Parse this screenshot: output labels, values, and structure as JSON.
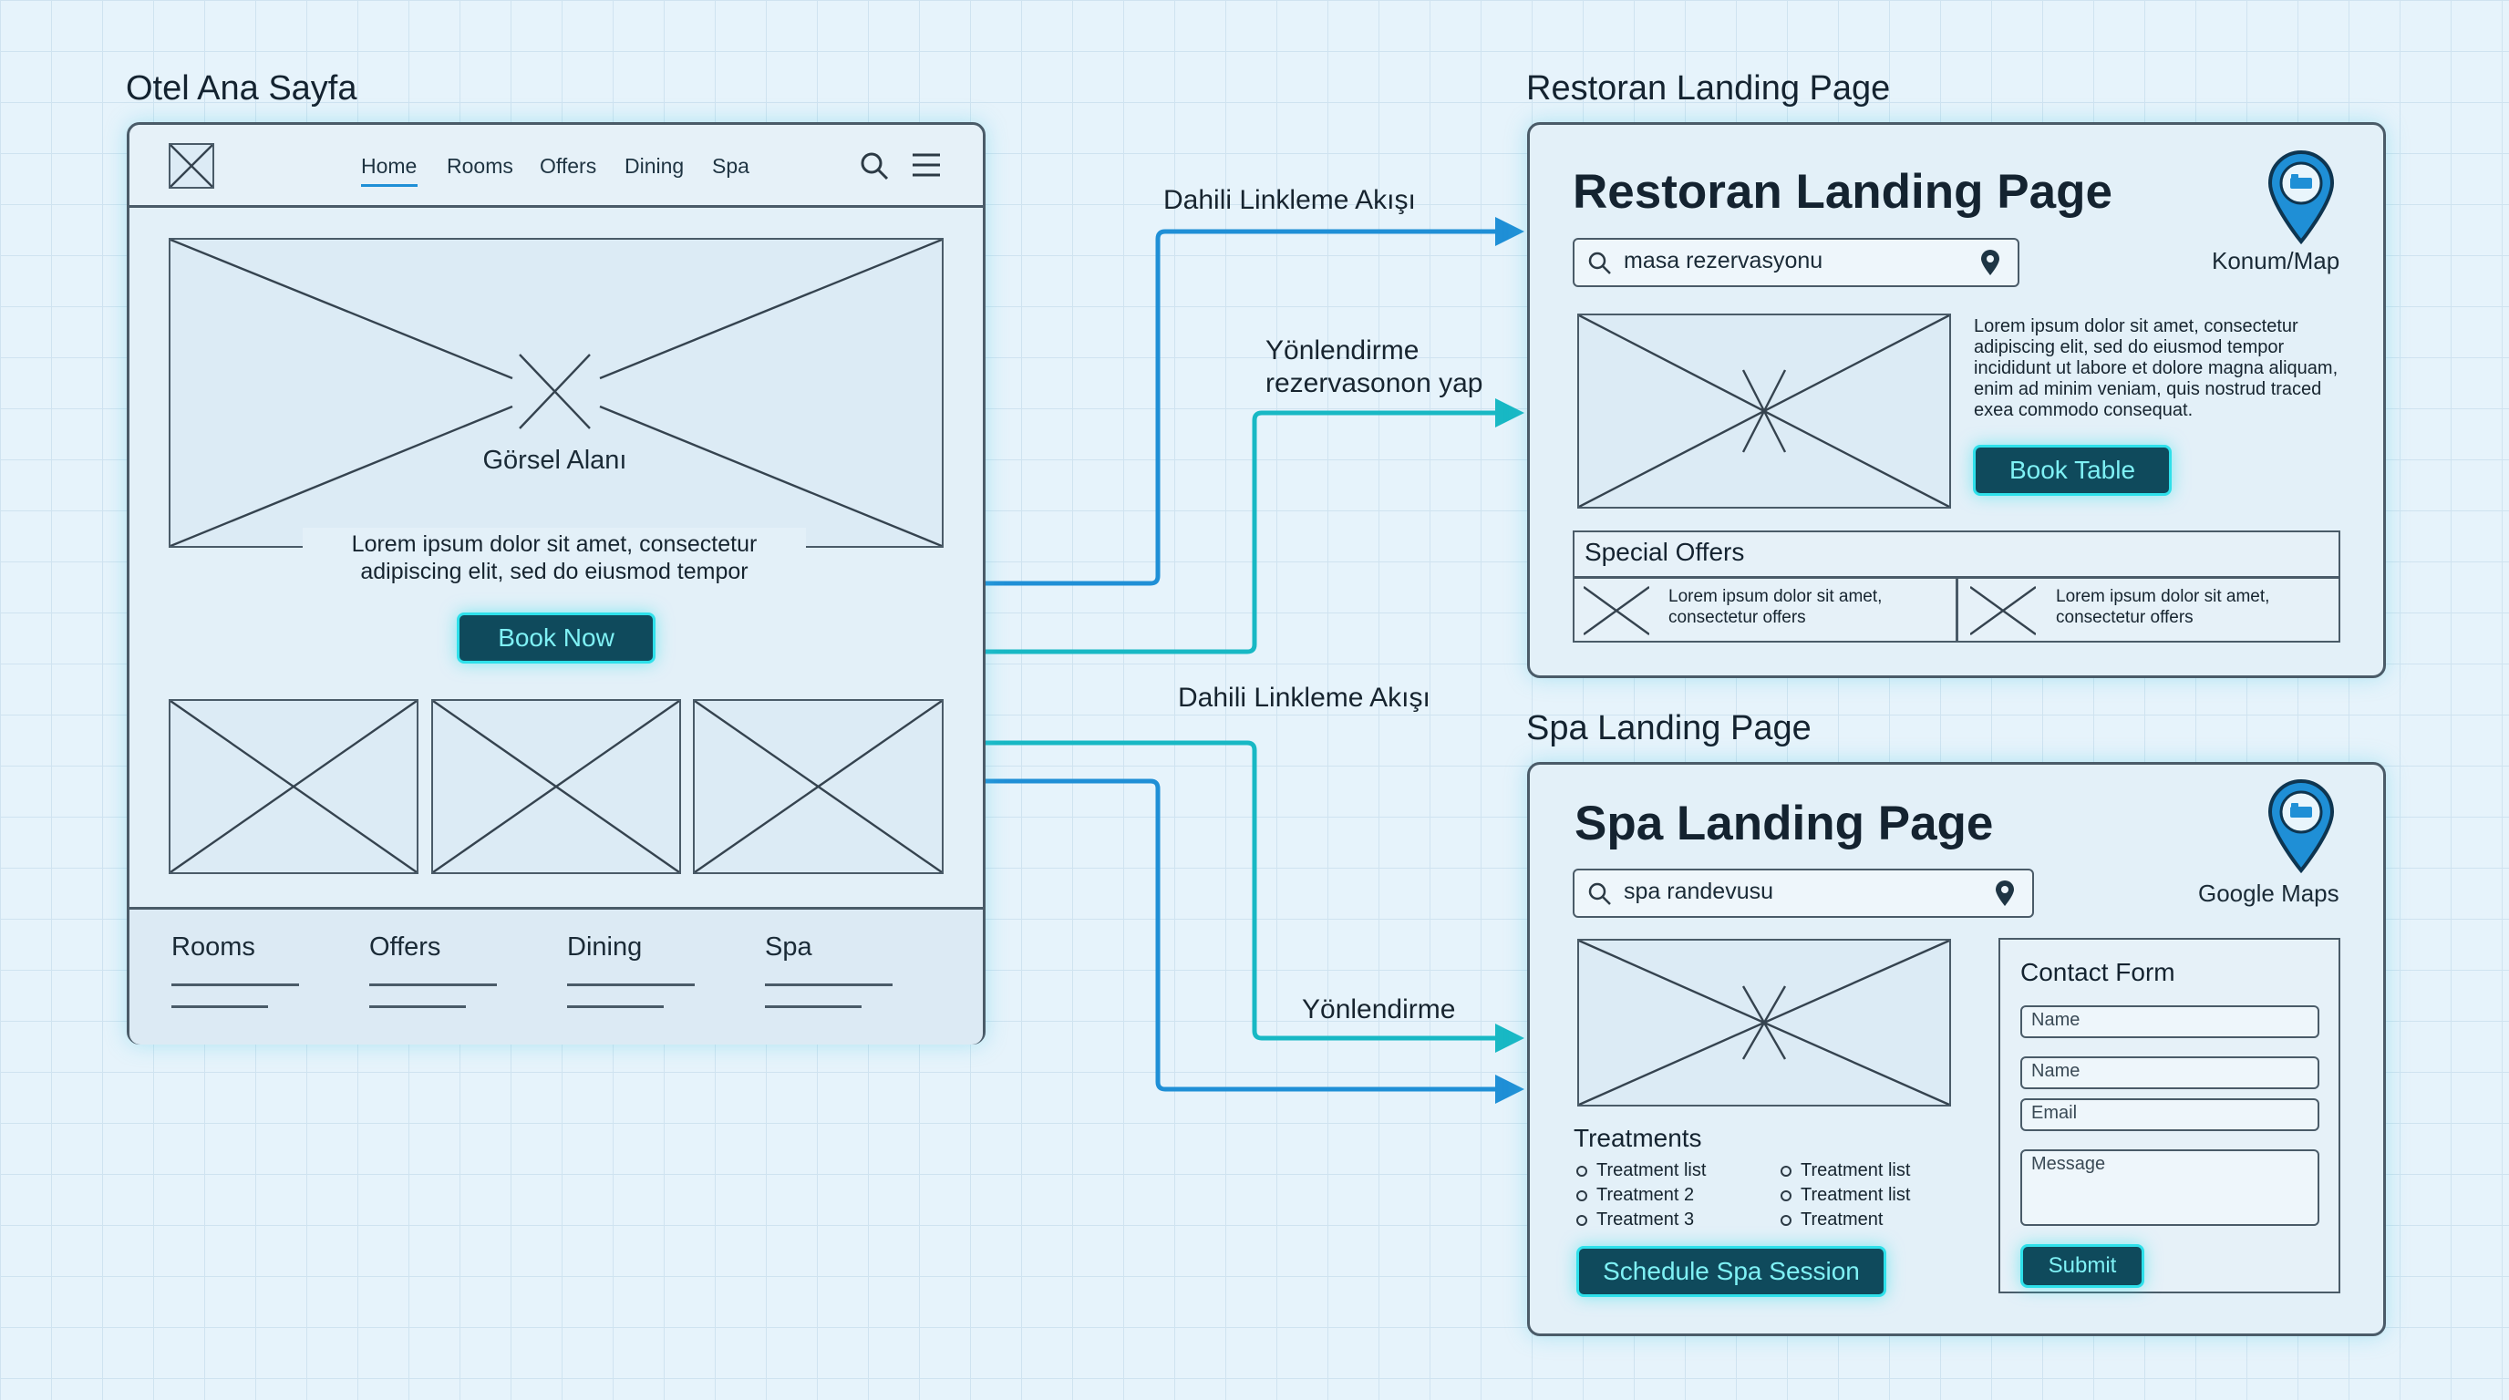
{
  "home": {
    "title": "Otel Ana Sayfa",
    "nav": [
      "Home",
      "Rooms",
      "Offers",
      "Dining",
      "Spa"
    ],
    "hero_label": "Görsel Alanı",
    "lorem_line1": "Lorem ipsum dolor sit amet, consectetur",
    "lorem_line2": "adipiscing elit, sed do eiusmod tempor",
    "book_button": "Book Now",
    "footer": [
      "Rooms",
      "Offers",
      "Dining",
      "Spa"
    ]
  },
  "flows": {
    "internal_top": "Dahili Linkleme Akışı",
    "redirect_top_1": "Yönlendirme",
    "redirect_top_2": "rezervasonon yap",
    "internal_bottom": "Dahili Linkleme Akışı",
    "redirect_bottom": "Yönlendirme"
  },
  "restaurant": {
    "section_title": "Restoran Landing Page",
    "heading": "Restoran Landing Page",
    "map_label": "Konum/Map",
    "search_value": "masa rezervasyonu",
    "lorem": [
      "Lorem ipsum dolor sit amet, consectetur",
      "adipiscing elit, sed do eiusmod tempor",
      "incididunt ut labore et dolore magna aliquam,",
      "enim ad minim veniam, quis nostrud traced",
      "exea commodo consequat."
    ],
    "book_button": "Book Table",
    "offers_title": "Special Offers",
    "offers": [
      {
        "line1": "Lorem ipsum dolor sit amet,",
        "line2": "consectetur offers"
      },
      {
        "line1": "Lorem ipsum dolor sit amet,",
        "line2": "consectetur offers"
      }
    ]
  },
  "spa": {
    "section_title": "Spa Landing Page",
    "heading": "Spa Landing Page",
    "map_label": "Google Maps",
    "search_value": "spa randevusu",
    "treatments_title": "Treatments",
    "treatments_left": [
      "Treatment list",
      "Treatment 2",
      "Treatment 3"
    ],
    "treatments_right": [
      "Treatment list",
      "Treatment list",
      "Treatment"
    ],
    "schedule_button": "Schedule Spa Session",
    "form": {
      "title": "Contact Form",
      "fields": [
        "Name",
        "Name",
        "Email"
      ],
      "message": "Message",
      "submit": "Submit"
    }
  },
  "colors": {
    "flow_blue": "#1f8fd6",
    "flow_teal": "#18b8c4",
    "button_bg": "#0f4a5c",
    "button_glow": "#2ee0ea",
    "pin": "#1f8fd6"
  }
}
